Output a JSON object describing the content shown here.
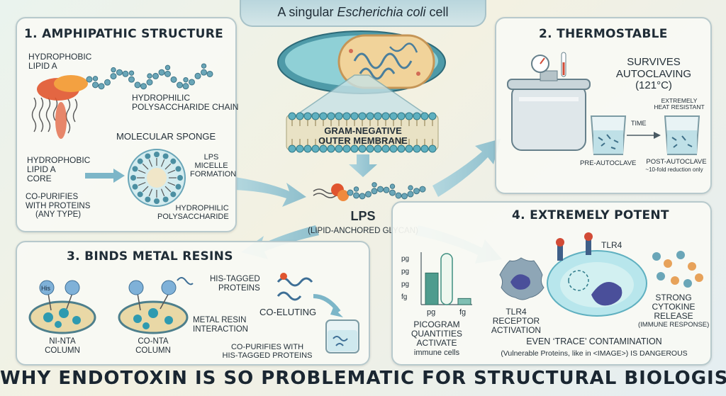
{
  "header": {
    "prefix": "A singular ",
    "italic": "Escherichia coli",
    "suffix": " cell"
  },
  "center": {
    "membrane_line1": "GRAM-NEGATIVE",
    "membrane_line2": "OUTER MEMBRANE",
    "lps_title": "LPS",
    "lps_subtitle": "(LIPID-ANCHORED GLYCAN)"
  },
  "panel1": {
    "title": "1. AMPHIPATHIC STRUCTURE",
    "hydrophobic_lipid_a": [
      "HYDROPHOBIC",
      "LIPID A"
    ],
    "hydrophilic_chain": [
      "HYDROPHILIC",
      "POLYSACCHARIDE CHAIN"
    ],
    "molecular_sponge": "MOLECULAR SPONGE",
    "core": [
      "HYDROPHOBIC",
      "LIPID A",
      "CORE"
    ],
    "micelle": [
      "LPS",
      "MICELLE",
      "FORMATION"
    ],
    "copurifies": [
      "CO-PURIFIES",
      "WITH PROTEINS",
      "(ANY TYPE)"
    ],
    "hydrophilic_poly": [
      "HYDROPHILIC",
      "POLYSACCHARIDE"
    ]
  },
  "panel2": {
    "title": "2. THERMOSTABLE",
    "survives": [
      "SURVIVES",
      "AUTOCLAVING",
      "(121°C)"
    ],
    "heat_resistant": [
      "EXTREMELY",
      "HEAT RESISTANT"
    ],
    "time": "TIME",
    "pre": "PRE-AUTOCLAVE",
    "post": "POST-AUTOCLAVE",
    "reduction": "~10-fold reduction only"
  },
  "panel3": {
    "title": "3. BINDS METAL RESINS",
    "his_label": "His",
    "his_tagged": [
      "HIS-TAGGED",
      "PROTEINS"
    ],
    "metal_resin": [
      "METAL RESIN",
      "INTERACTION"
    ],
    "co_eluting": "CO-ELUTING",
    "ni_nta": [
      "NI-NTA",
      "COLUMN"
    ],
    "co_nta": [
      "CO-NTA",
      "COLUMN"
    ],
    "copurifies_his": [
      "CO-PURIFIES WITH",
      "HIS-TAGGED PROTEINS"
    ]
  },
  "panel4": {
    "title": "4. EXTREMELY POTENT",
    "y_ticks": [
      "pg",
      "pg",
      "pg",
      "fg"
    ],
    "x_ticks": [
      "pg",
      "fg"
    ],
    "picogram": [
      "PICOGRAM",
      "QUANTITIES",
      "ACTIVATE"
    ],
    "immune_cells": "immune cells",
    "tlr4": "TLR4",
    "receptor": [
      "TLR4",
      "RECEPTOR",
      "ACTIVATION"
    ],
    "cytokine": [
      "STRONG",
      "CYTOKINE",
      "RELEASE"
    ],
    "immune_response": "(IMMUNE RESPONSE)",
    "trace": "EVEN ‘TRACE’ CONTAMINATION",
    "vulnerable": "(Vulnerable Proteins, like in <IMAGE>) IS DANGEROUS"
  },
  "chart_data": {
    "type": "bar",
    "categories": [
      "pg",
      "fg"
    ],
    "series": [
      {
        "values": [
          0.62,
          0.12
        ]
      },
      {
        "values": [
          1.0
        ]
      }
    ]
  },
  "footer": {
    "title": "WHY ENDOTOXIN IS SO PROBLEMATIC FOR STRUCTURAL BIOLOGISTS"
  },
  "colors": {
    "accent_arrow": "#8fc3d2",
    "teal": "#3f7f8a",
    "lipid_red": "#e0552f",
    "chain_blue": "#6aa6b8",
    "panel_border": "#b7c9cc"
  }
}
